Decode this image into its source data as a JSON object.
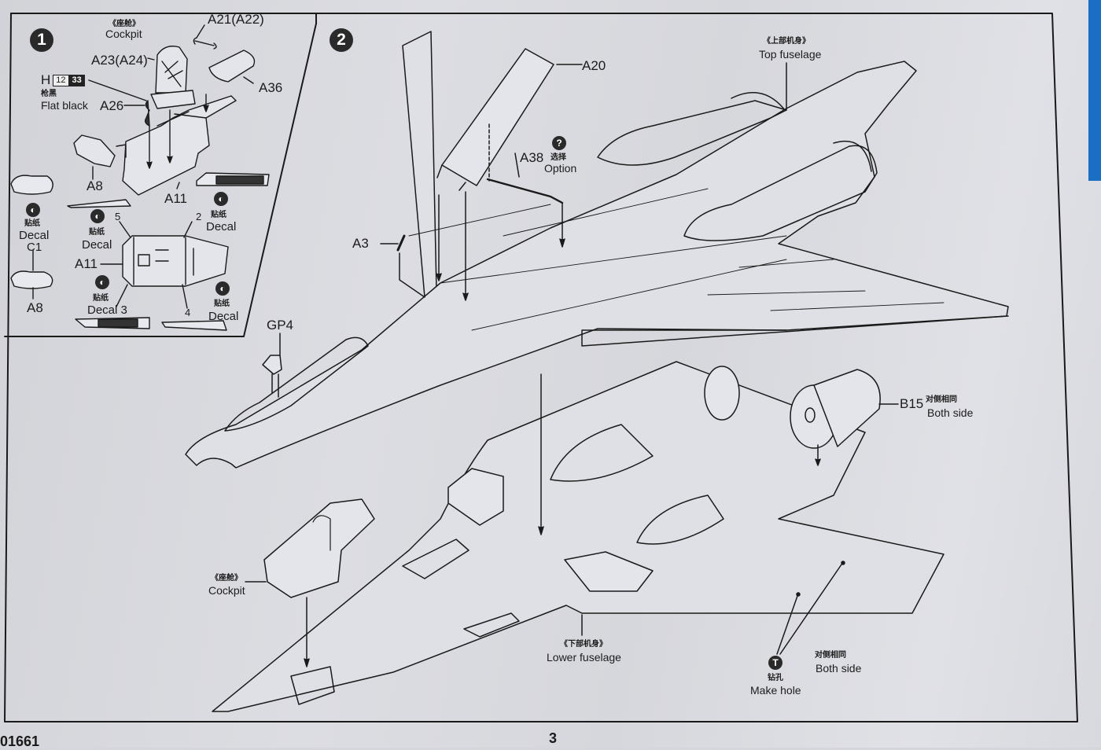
{
  "page": {
    "number": "3",
    "kit_code": "01661"
  },
  "step1": {
    "badge": "1",
    "title_cn": "《座舱》",
    "title_en": "Cockpit",
    "parts": {
      "a21": "A21(A22)",
      "a23": "A23(A24)",
      "a36": "A36",
      "a26": "A26",
      "a8_top": "A8",
      "a11_top": "A11",
      "a11_mid": "A11",
      "a8_bottom": "A8"
    },
    "paint": {
      "letter": "H",
      "code1": "12",
      "code2": "33",
      "name_cn": "枪黑",
      "name_en": "Flat black"
    },
    "decals": [
      {
        "cn": "贴纸",
        "en": "Decal",
        "extra": "C1"
      },
      {
        "cn": "贴纸",
        "en": "Decal"
      },
      {
        "cn": "贴纸",
        "en": "Decal"
      },
      {
        "cn": "贴纸",
        "en": "Decal 3"
      },
      {
        "cn": "贴纸",
        "en": "Decal"
      }
    ],
    "callout_numbers": [
      "5",
      "2",
      "4"
    ]
  },
  "step2": {
    "badge": "2",
    "parts": {
      "a20": "A20",
      "a38": "A38",
      "a3": "A3",
      "gp4": "GP4",
      "b15": "B15"
    },
    "option": {
      "icon": "question-icon",
      "glyph": "?",
      "cn": "选择",
      "en": "Option"
    },
    "top_fuselage": {
      "cn": "《上部机身》",
      "en": "Top fuselage"
    },
    "lower_fuselage": {
      "cn": "《下部机身》",
      "en": "Lower fuselage"
    },
    "cockpit": {
      "cn": "《座舱》",
      "en": "Cockpit"
    },
    "b15_note": {
      "cn": "对侧相同",
      "en": "Both side"
    },
    "make_hole": {
      "icon": "drill-icon",
      "glyph": "T",
      "cn": "钻孔",
      "en": "Make hole"
    },
    "both_side": {
      "cn": "对侧相同",
      "en": "Both side"
    }
  }
}
